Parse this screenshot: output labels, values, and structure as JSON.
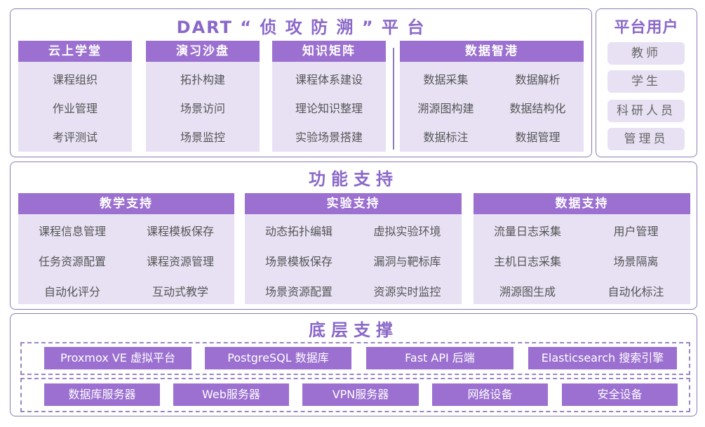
{
  "platform": {
    "title": "DART “ 侦 攻 防 溯 ” 平 台",
    "modules": [
      {
        "name": "云上学堂",
        "items": [
          "课程组织",
          "作业管理",
          "考评测试"
        ]
      },
      {
        "name": "演习沙盘",
        "items": [
          "拓扑构建",
          "场景访问",
          "场景监控"
        ]
      },
      {
        "name": "知识矩阵",
        "items": [
          "课程体系建设",
          "理论知识整理",
          "实验场景搭建"
        ]
      },
      {
        "name": "数据智港",
        "items": [
          "数据采集",
          "数据解析",
          "溯源图构建",
          "数据结构化",
          "数据标注",
          "数据管理"
        ]
      }
    ]
  },
  "users": {
    "title": "平台用户",
    "items": [
      "教师",
      "学生",
      "科研人员",
      "管理员"
    ]
  },
  "functions": {
    "title": "功能支持",
    "groups": [
      {
        "name": "教学支持",
        "items": [
          "课程信息管理",
          "课程模板保存",
          "任务资源配置",
          "课程资源管理",
          "自动化评分",
          "互动式教学"
        ]
      },
      {
        "name": "实验支持",
        "items": [
          "动态拓扑编辑",
          "虚拟实验环境",
          "场景模板保存",
          "漏洞与靶标库",
          "场景资源配置",
          "资源实时监控"
        ]
      },
      {
        "name": "数据支持",
        "items": [
          "流量日志采集",
          "用户管理",
          "主机日志采集",
          "场景隔离",
          "溯源图生成",
          "自动化标注"
        ]
      }
    ]
  },
  "infra": {
    "title": "底层支撑",
    "row1": [
      "Proxmox VE 虚拟平台",
      "PostgreSQL 数据库",
      "Fast API 后端",
      "Elasticsearch 搜索引擎"
    ],
    "row2": [
      "数据库服务器",
      "Web服务器",
      "VPN服务器",
      "网络设备",
      "安全设备"
    ]
  }
}
